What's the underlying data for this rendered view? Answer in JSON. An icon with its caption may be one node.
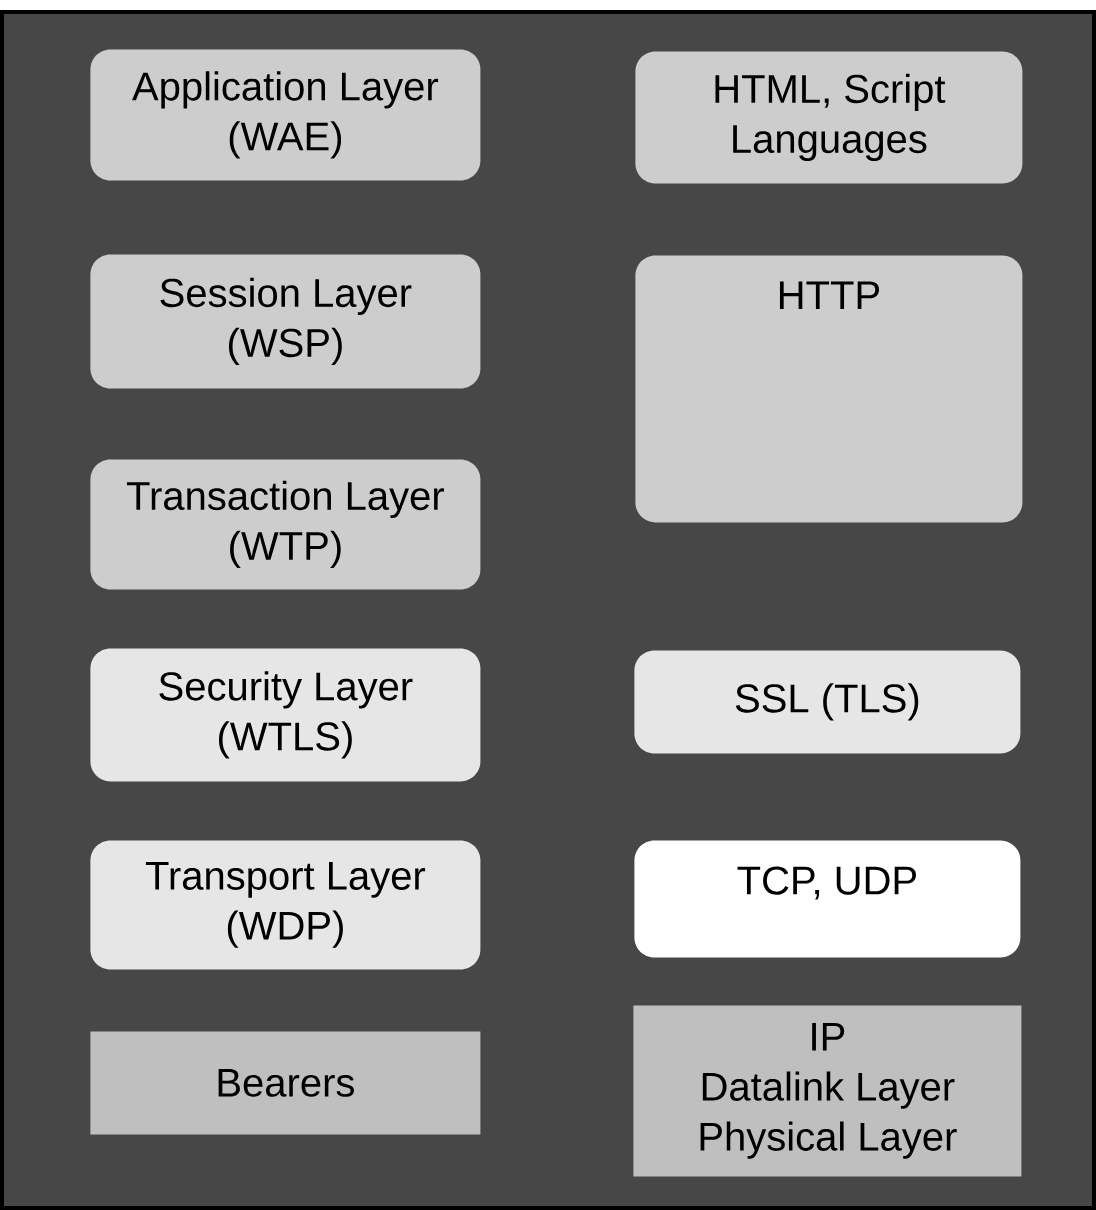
{
  "diagram": {
    "nodes": [
      {
        "text": [
          "Application Layer (WAE)"
        ]
      },
      {
        "text": [
          "HTML, Script Languages"
        ]
      },
      {
        "text": [
          "Session Layer (WSP)"
        ]
      },
      {
        "text": [
          "HTTP"
        ]
      },
      {
        "text": [
          "Transaction Layer (WTP)"
        ]
      },
      {
        "text": [
          "Security Layer (WTLS)"
        ]
      },
      {
        "text": [
          "SSL (TLS)"
        ]
      },
      {
        "text": [
          "Transport Layer (WDP)"
        ]
      },
      {
        "text": [
          "TCP, UDP"
        ]
      },
      {
        "text": [
          "Bearers"
        ]
      },
      {
        "text": [
          "IP",
          "Datalink Layer",
          "Physical Layer"
        ]
      }
    ]
  }
}
